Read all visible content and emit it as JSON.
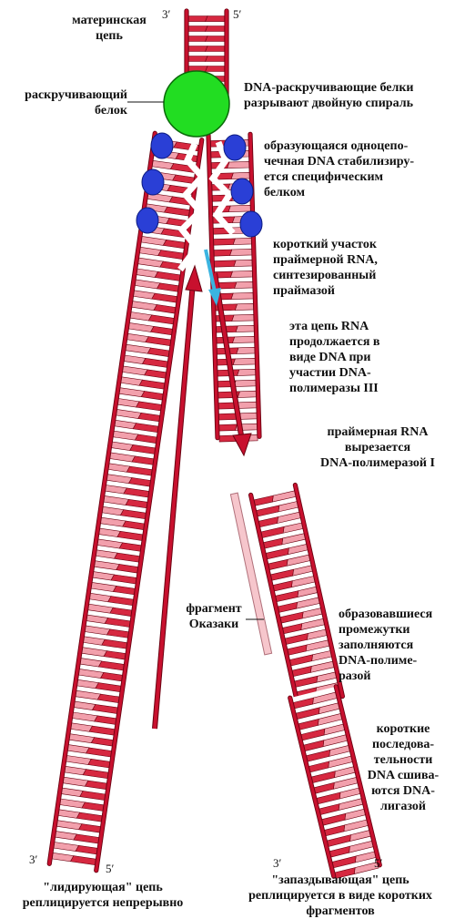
{
  "labels": {
    "parent_strand": "материнская\nцепь",
    "unwinding_protein": "раскручивающий\nбелок",
    "helicase": "DNA-раскручивающие белки\nразрывают двойную спираль",
    "ssb": "образующаяся одноцепо-\nчечная DNA стабилизиру-\nется специфическим\nбелком",
    "primer": "короткий участок\nпраймерной RNA,\nсинтезированный\nпраймазой",
    "continues": "эта цепь RNA\nпродолжается в\nвиде DNA при\nучастии DNA-\nполимеразы III",
    "primer_excised": "праймерная RNA\nвырезается\nDNA-полимеразой I",
    "okazaki": "фрагмент\nОказаки",
    "gaps": "образовавшиеся\nпромежутки\nзаполняются\nDNA-полиме-\nразой",
    "ligase": "короткие\nпоследова-\nтельности\nDNA сшива-\nются DNA-\nлигазой",
    "leading": "\"лидирующая\" цепь\nреплицируется непрерывно",
    "lagging": "\"запаздывающая\" цепь\nреплицируется в виде коротких\nфрагментов"
  },
  "ends": {
    "top_left": "3′",
    "top_right": "5′",
    "bottom_left_3": "3′",
    "bottom_left_5": "5′",
    "bottom_right_3": "3′",
    "bottom_right_5": "5′"
  },
  "colors": {
    "backbone": "#c8102e",
    "backbone_outline": "#6a0010",
    "old_base": "#d62840",
    "new_base": "#f2a0ac",
    "protein_green": "#22dd22",
    "ssb_blue": "#2a3fd6",
    "primer_arrow": "#3bb4e0",
    "rna_primer": "#f6c6cc"
  }
}
